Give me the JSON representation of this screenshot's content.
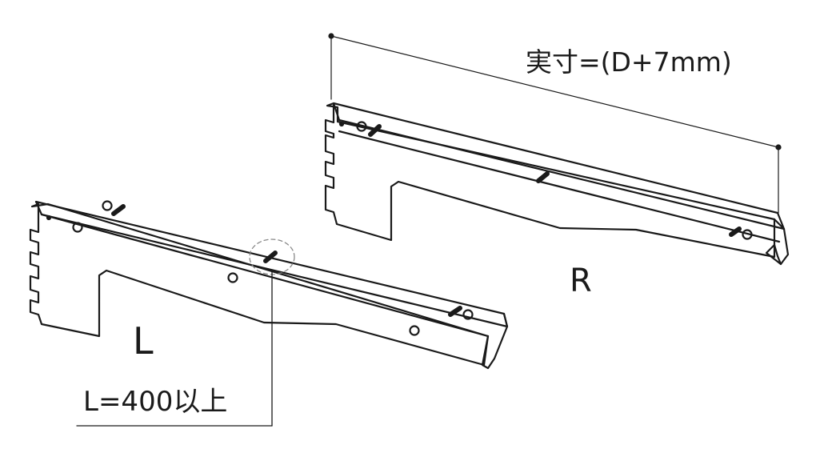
{
  "diagram": {
    "dimension_label": "実寸=(D+7mm)",
    "right_bracket_label": "R",
    "left_bracket_label": "L",
    "length_note": "L=400以上"
  },
  "colors": {
    "line": "#1a1a1a",
    "background": "#ffffff",
    "callout": "#888888"
  }
}
